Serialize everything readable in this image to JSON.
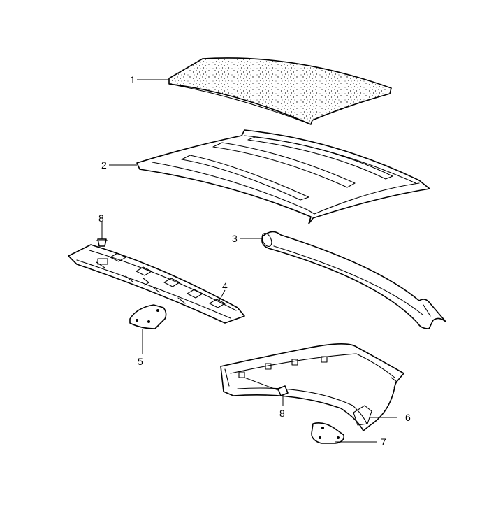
{
  "callouts": {
    "c1": "1",
    "c2": "2",
    "c3": "3",
    "c4": "4",
    "c5": "5",
    "c6": "6",
    "c7": "7",
    "c8a": "8",
    "c8b": "8"
  },
  "parts": [
    {
      "ref": "1",
      "icon": "roof-insulation-mat-icon"
    },
    {
      "ref": "2",
      "icon": "roof-headliner-panel-icon"
    },
    {
      "ref": "3",
      "icon": "roof-frame-trim-strip-icon"
    },
    {
      "ref": "4",
      "icon": "front-roof-bow-trim-icon"
    },
    {
      "ref": "5",
      "icon": "bracket-plate-icon"
    },
    {
      "ref": "6",
      "icon": "side-roof-trim-panel-icon"
    },
    {
      "ref": "7",
      "icon": "mounting-plate-icon"
    },
    {
      "ref": "8",
      "icon": "clip-fastener-icon"
    }
  ]
}
